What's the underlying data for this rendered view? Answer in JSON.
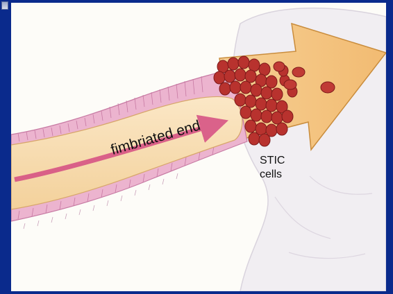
{
  "diagram": {
    "labels": {
      "fimbriated_end": "fimbriated end",
      "stic_line1": "STIC",
      "stic_line2": "cells"
    },
    "colors": {
      "frame": "#0a2a8c",
      "background": "#fdfcf8",
      "tube_fill": "#f6d9a8",
      "epithelium": "#e7a9c8",
      "arrow_fill": "#f4c37e",
      "stic_cells": "#b8322e",
      "inner_arrow": "#d54c82",
      "ovary_surface": "#f1eef2"
    }
  }
}
